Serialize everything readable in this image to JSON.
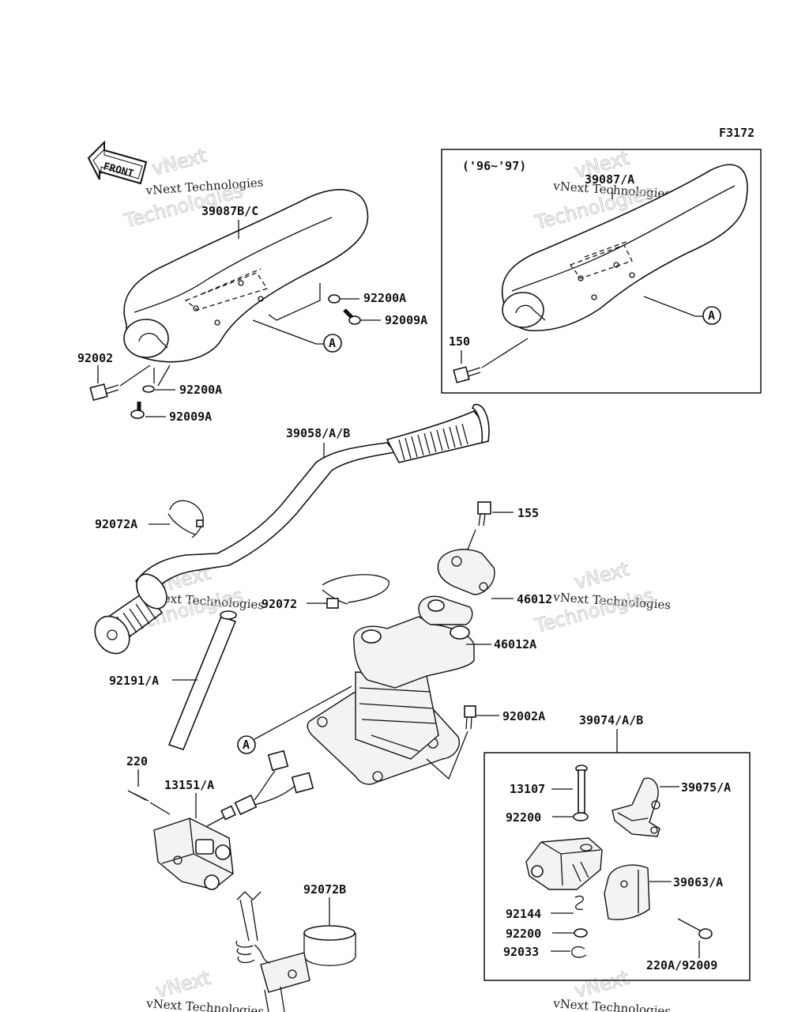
{
  "figure_code": "F3172",
  "front_label": "FRONT",
  "inset_years": "('96~'97)",
  "watermark": {
    "line1": "vNext Technologies",
    "line2": "vNext",
    "line3": "Technologies"
  },
  "callouts": {
    "c39087bc": "39087B/C",
    "c39087a": "39087/A",
    "c92200a_1": "92200A",
    "c92009a_1": "92009A",
    "c92002": "92002",
    "c92200a_2": "92200A",
    "c92009a_2": "92009A",
    "c150": "150",
    "c39058": "39058/A/B",
    "c92072a": "92072A",
    "c155": "155",
    "c92072": "92072",
    "c46012": "46012",
    "c46012a": "46012A",
    "c92191": "92191/A",
    "c92002a": "92002A",
    "c39074": "39074/A/B",
    "c220": "220",
    "c13151": "13151/A",
    "c13107": "13107",
    "c39075": "39075/A",
    "c92200_1": "92200",
    "c92072b": "92072B",
    "c39063": "39063/A",
    "c92144": "92144",
    "c92200_2": "92200",
    "c92033": "92033",
    "c220a": "220A/92009"
  },
  "ref_marks": {
    "a1": "A",
    "a2": "A",
    "a3": "A"
  }
}
